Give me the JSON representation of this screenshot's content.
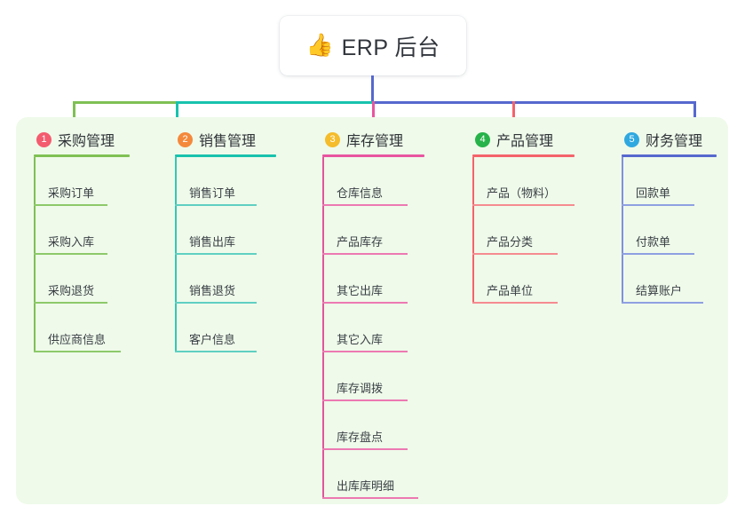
{
  "root": {
    "icon": "thumbs-up-emoji",
    "emoji": "👍",
    "title": "ERP 后台"
  },
  "panel": {
    "background": "#effaea"
  },
  "branches": [
    {
      "index": "1",
      "title": "采购管理",
      "badge_color": "#f45b6e",
      "line_color": "#7fc054",
      "children": [
        "采购订单",
        "采购入库",
        "采购退货",
        "供应商信息"
      ]
    },
    {
      "index": "2",
      "title": "销售管理",
      "badge_color": "#f4893c",
      "line_color": "#18c2ad",
      "children": [
        "销售订单",
        "销售出库",
        "销售退货",
        "客户信息"
      ]
    },
    {
      "index": "3",
      "title": "库存管理",
      "badge_color": "#f5bc2b",
      "line_color": "#e8559f",
      "children": [
        "仓库信息",
        "产品库存",
        "其它出库",
        "其它入库",
        "库存调拨",
        "库存盘点",
        "出库库明细"
      ]
    },
    {
      "index": "4",
      "title": "产品管理",
      "badge_color": "#27b34a",
      "line_color": "#f4636b",
      "children": [
        "产品（物料）",
        "产品分类",
        "产品单位"
      ]
    },
    {
      "index": "5",
      "title": "财务管理",
      "badge_color": "#2fa8e0",
      "line_color": "#5668ce",
      "children": [
        "回款单",
        "付款单",
        "结算账户"
      ]
    }
  ],
  "connectors": {
    "stem_color": "#5668ce",
    "bar_segments": [
      {
        "color": "#7fc054"
      },
      {
        "color": "#18c2ad"
      },
      {
        "color": "#5668ce"
      },
      {
        "color": "#5668ce"
      },
      {
        "color": "#5668ce"
      }
    ]
  }
}
